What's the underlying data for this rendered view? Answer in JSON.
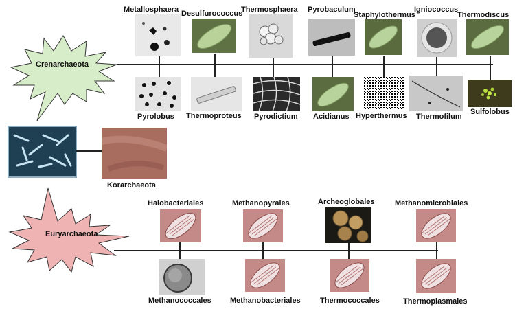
{
  "crenarchaeota": {
    "title": "Crenarchaeota",
    "top_labels": [
      "Metallosphaera",
      "Desulfurococcus",
      "Thermosphaera",
      "Pyrobaculum",
      "Staphylothermus",
      "Igniococcus",
      "Thermodiscus"
    ],
    "bottom_labels": [
      "Pyrolobus",
      "Thermoproteus",
      "Pyrodictium",
      "Acidianus",
      "Hyperthermus",
      "Thermofilum",
      "Sulfolobus"
    ]
  },
  "korarchaeota": {
    "title": "Korarchaeota"
  },
  "euryarchaeota": {
    "title": "Euryarchaeota",
    "top_labels": [
      "Halobacteriales",
      "Methanopyrales",
      "Archeoglobales",
      "Methanomicrobiales"
    ],
    "bottom_labels": [
      "Methanococcales",
      "Methanobacteriales",
      "Thermococcales",
      "Thermoplasmales"
    ]
  },
  "colors": {
    "crenarchaeota_burst": "#d7ecc9",
    "euryarchaeota_burst": "#efb3b3",
    "green_cell": "#8fb86e",
    "pink_cell_bg": "#c88a8a",
    "korarch_bg": "#a86a5e",
    "blue_micrograph": "#2e5b74"
  }
}
